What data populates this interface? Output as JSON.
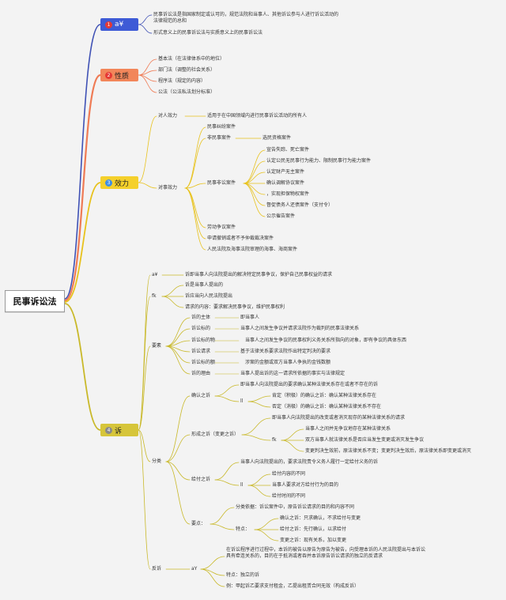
{
  "root": "民事诉讼法",
  "topics": [
    {
      "num": "1",
      "label": "a¥",
      "bg": "#3e5bd6",
      "num_bg": "#e53935",
      "line": "#3f51b5",
      "children": [
        "民事诉讼法是指国家制定或认可的，规范法院和当事人、其他诉讼参与人进行诉讼活动的法律规范的总和",
        "形式意义上的民事诉讼法与实质意义上的民事诉讼法"
      ]
    },
    {
      "num": "2",
      "label": "性质",
      "bg": "#f2865a",
      "num_bg": "#e53935",
      "line": "#ef7b55",
      "children": [
        "基本法（在法律体系中的地位）",
        "部门法（调整的社会关系）",
        "程序法（规定的内容）",
        "公法（公法私法划分标准）"
      ]
    },
    {
      "num": "3",
      "label": "效力",
      "bg": "#f5d02b",
      "num_bg": "#3f8ee6",
      "line": "#e8c21c",
      "children": [
        "对人效力",
        "对事效力"
      ]
    },
    {
      "num": "4",
      "label": "诉",
      "bg": "#d6c53a",
      "num_bg": "#8a8a8a",
      "line": "#c9b92a",
      "children": [
        "a¥",
        "fk",
        "要素",
        "分类",
        "反诉"
      ]
    }
  ],
  "renyuan": "适用于在中国领域内进行民事诉讼活动的所有人",
  "duishi": {
    "a": "民事纠纷案件",
    "b": "非民事案件",
    "b_child": "选民资格案件",
    "c": "民事非讼案件",
    "c_children": [
      "宣告失踪、死亡案件",
      "认定公民无民事行为能力、限制民事行为能力案件",
      "认定财产无主案件",
      "确认调解协议案件",
      "，实现担保物权案件",
      "督促债务人还债案件（支付令）",
      "公示催告案件"
    ],
    "d": "劳动争议案件",
    "e": "申请撤销或者不予仲裁裁决案件",
    "f": "人民法院及海事法院审理的海事、海商案件"
  },
  "su_def": "诉即当事人向法院提出的解决特定民事争议，保护自己民事权益的请求",
  "fk": [
    "诉是当事人提出的",
    "诉应当向人民法院提出",
    "请求的内容：要求解决民事争议，维护民事权利"
  ],
  "yaosu": [
    {
      "k": "诉的主体",
      "v": "即当事人"
    },
    {
      "k": "诉讼标的",
      "v": "当事人之间发生争议并请求法院作为裁判的民事法律关系"
    },
    {
      "k": "诉讼标的物",
      "v": "当事人之间发生争议的民事权利义务关系所指向的对象，即有争议的具体东西"
    },
    {
      "k": "诉讼请求",
      "v": "基于法律关系要求法院作出特定判决的要求"
    },
    {
      "k": "诉讼标的额",
      "v": "涉案的金额或双方当事人争执的金钱数额"
    },
    {
      "k": "诉的理由",
      "v": "当事人提出诉的这一请求所依据的事实与法律规定"
    }
  ],
  "queren": {
    "label": "确认之诉",
    "def": "即当事人向法院提出的要求确认某种法律关系存在或者不存在的诉",
    "ii": "ll",
    "items": [
      "肯定（积极）的确认之诉：确认某种法律关系存在",
      "否定（消极）的确认之诉：确认某种法律关系不存在"
    ]
  },
  "xingcheng": {
    "label": "形成之诉（变更之诉）",
    "def": "即当事人向法院提出的改变或者消灭现存的某种法律关系的请求",
    "fk": "fk",
    "items": [
      "当事人之间并无争议地存在某种法律关系",
      "双方当事人就法律关系是否应当发生变更或消灭发生争议",
      "变更判决生效前，原法律关系不变；变更判决生效后，原法律关系即变更或消灭"
    ]
  },
  "geifu": {
    "label": "给付之诉",
    "def": "当事人向法院提出的，要求法院责令义务人履行一定给付义务的诉",
    "ii": "ll",
    "items": [
      "给付内容的不同",
      "当事人要求对方给付行为的目的",
      "给付时间的不同"
    ]
  },
  "yaodian": {
    "label": "要点：",
    "basis": "分类依据：诉讼案件中，原告诉讼请求的目的和内容不同",
    "tedian": "特点：",
    "items": [
      "确认之诉：只求确认，不求给付与变更",
      "给付之诉：先行确认，以求给付",
      "变更之诉：现有关系，加以变更"
    ]
  },
  "fansu": {
    "ay": "aY",
    "def": "在诉讼程序进行过程中，本诉的被告以原告为原告为被告，向受理本诉的人民法院提出与本诉讼具有牵连关系的，目的在于抵消或者吞并本诉原告诉讼请求的独立的反请求",
    "items": [
      "特点：独立的诉",
      "例：甲起诉乙要求支付租金，乙提出租赁合同无效（构成反诉）"
    ]
  }
}
